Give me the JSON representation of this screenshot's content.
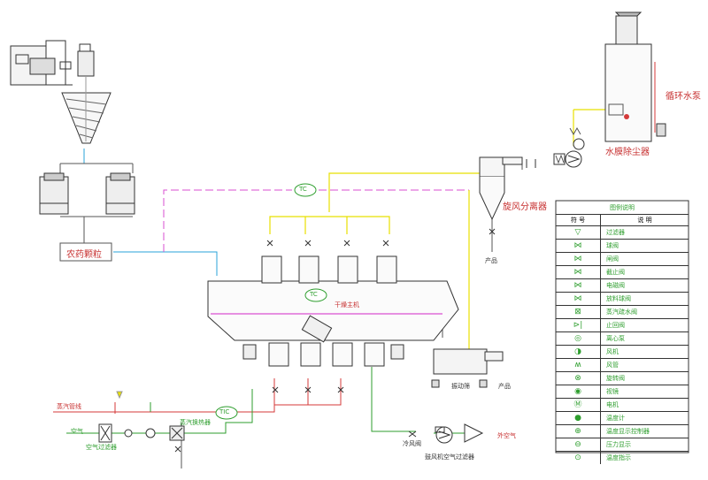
{
  "labels": {
    "circulating_pump": "循环水泵",
    "water_film_dust_collector": "水膜除尘器",
    "cyclone_separator": "旋风分离器",
    "product_cyclone": "产品",
    "product_vibrator": "产品",
    "pesticide_granules": "农药颗粒",
    "dryer_main_body": "干燥主机",
    "steam_line": "蒸汽管线",
    "steam_heater": "蒸汽换热器",
    "air": "空气",
    "air_filter": "空气过滤器",
    "cold_air": "冷风阀",
    "blower_filter": "鼓风机空气过滤器",
    "outside_air": "外空气",
    "vibrating_screen": "振动筛"
  },
  "instrument_tags": {
    "top_duct": "TC",
    "dryer_body": "TC",
    "heater_outlet": "TIC"
  },
  "legend": {
    "title": "图例说明",
    "col_symbol": "符  号",
    "col_desc": "说    明",
    "items": [
      {
        "icon": "filter-icon",
        "desc": "过滤器"
      },
      {
        "icon": "gate-valve-icon",
        "desc": "球阀"
      },
      {
        "icon": "globe-valve-icon",
        "desc": "闸阀"
      },
      {
        "icon": "stop-valve-icon",
        "desc": "截止阀"
      },
      {
        "icon": "solenoid-valve-icon",
        "desc": "电磁阀"
      },
      {
        "icon": "control-valve-icon",
        "desc": "放料球阀"
      },
      {
        "icon": "steam-trap-icon",
        "desc": "蒸汽疏水阀"
      },
      {
        "icon": "check-valve-icon",
        "desc": "止回阀"
      },
      {
        "icon": "pump-icon",
        "desc": "离心泵"
      },
      {
        "icon": "fan-icon",
        "desc": "风机"
      },
      {
        "icon": "bellows-icon",
        "desc": "风管"
      },
      {
        "icon": "rotary-valve-icon",
        "desc": "旋转阀"
      },
      {
        "icon": "sight-glass-icon",
        "desc": "视镜"
      },
      {
        "icon": "motor-icon",
        "desc": "电机"
      },
      {
        "icon": "temp-gauge-icon",
        "desc": "温度计"
      },
      {
        "icon": "temp-control-icon",
        "desc": "温度显示控制器"
      },
      {
        "icon": "pressure-gauge-icon",
        "desc": "压力显示"
      },
      {
        "icon": "temp-indicator-icon",
        "desc": "温度指示"
      }
    ]
  }
}
